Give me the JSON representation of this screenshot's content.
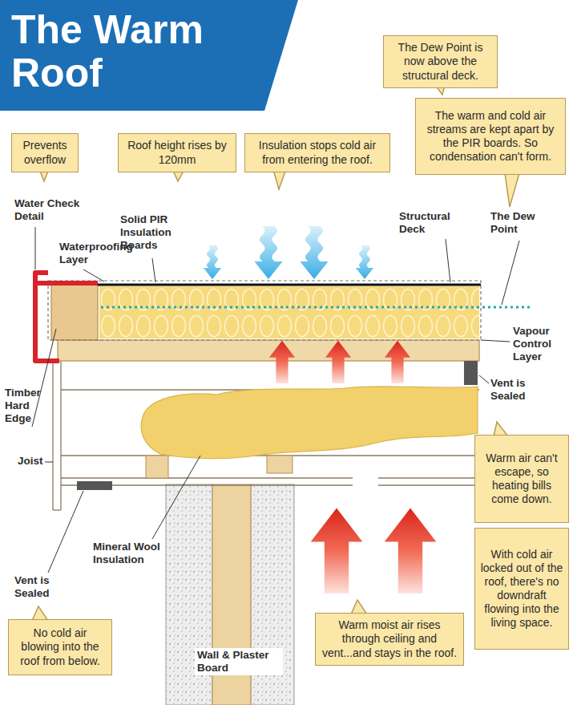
{
  "diagram": {
    "title": "The Warm Roof",
    "nodes": [
      {
        "text": [
          "Prevents overflow"
        ]
      },
      {
        "text": [
          "Roof height rises by 120mm"
        ]
      },
      {
        "text": [
          "Insulation stops cold air from entering the roof."
        ]
      },
      {
        "text": [
          "The Dew Point is now above the structural deck."
        ]
      },
      {
        "text": [
          "The warm and cold air streams are kept apart by the PIR boards. So condensation can't form."
        ]
      },
      {
        "text": [
          "Warm air can't escape, so heating bills come down."
        ]
      },
      {
        "text": [
          "With cold air locked out of the roof, there's no downdraft flowing into the living space."
        ]
      },
      {
        "text": [
          "Warm moist air rises through ceiling and vent...and stays in the roof."
        ]
      },
      {
        "text": [
          "No cold air blowing into the roof from below."
        ]
      }
    ],
    "labels": [
      "Water Check Detail",
      "Solid PIR Insulation Boards",
      "Waterproofing Layer",
      "Structural Deck",
      "The Dew Point",
      "Vapour Control Layer",
      "Timber Hard Edge",
      "Vent is Sealed",
      "Joist",
      "Mineral Wool Insulation",
      "Vent is Sealed",
      "Wall & Plaster Board"
    ]
  }
}
